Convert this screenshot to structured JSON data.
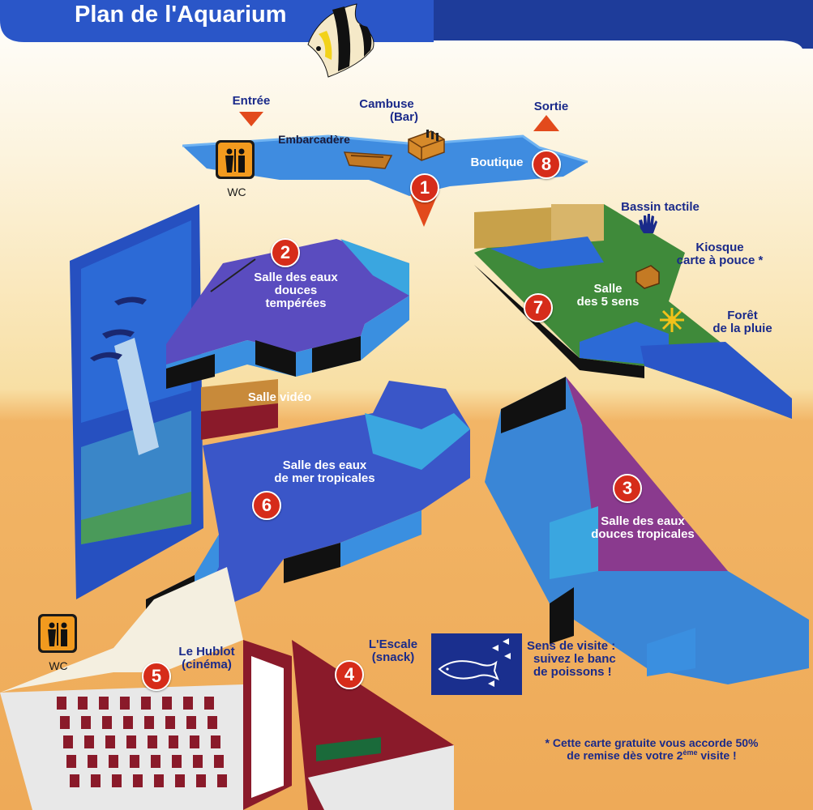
{
  "title": "Plan de l'Aquarium",
  "labels": {
    "entree": "Entrée",
    "cambuse_line1": "Cambuse",
    "cambuse_line2": "(Bar)",
    "sortie": "Sortie",
    "embarcadere": "Embarcadère",
    "boutique": "Boutique",
    "wc_top": "WC",
    "bassin_tactile": "Bassin tactile",
    "kiosque_line1": "Kiosque",
    "kiosque_line2": "carte à pouce *",
    "salle2_line1": "Salle des eaux",
    "salle2_line2": "douces",
    "salle2_line3": "tempérées",
    "salle7_line1": "Salle",
    "salle7_line2": "des 5 sens",
    "foret_line1": "Forêt",
    "foret_line2": "de la pluie",
    "salle_video": "Salle vidéo",
    "salle6_line1": "Salle des eaux",
    "salle6_line2": "de mer tropicales",
    "salle3_line1": "Salle des eaux",
    "salle3_line2": "douces tropicales",
    "wc_bottom": "WC",
    "hublot_line1": "Le Hublot",
    "hublot_line2": "(cinéma)",
    "escale_line1": "L'Escale",
    "escale_line2": "(snack)",
    "sens_line1": "Sens de visite :",
    "sens_line2": "suivez le banc",
    "sens_line3": "de poissons !",
    "footnote_line1": "* Cette carte gratuite vous accorde 50%",
    "footnote_line2_a": "de remise dès votre 2",
    "footnote_sup": "ème",
    "footnote_line2_b": " visite !"
  },
  "badges": {
    "b1": "1",
    "b2": "2",
    "b3": "3",
    "b4": "4",
    "b5": "5",
    "b6": "6",
    "b7": "7",
    "b8": "8"
  },
  "colors": {
    "badge": "#d62c1a",
    "text_blue": "#1a2a8a",
    "water": "#3a7fd6",
    "footnote": "#1a2a8a"
  },
  "icons": [
    "fish-icon",
    "wc-icon",
    "hand-icon",
    "kiosk-icon",
    "boat-icon",
    "arrow-down-icon"
  ]
}
